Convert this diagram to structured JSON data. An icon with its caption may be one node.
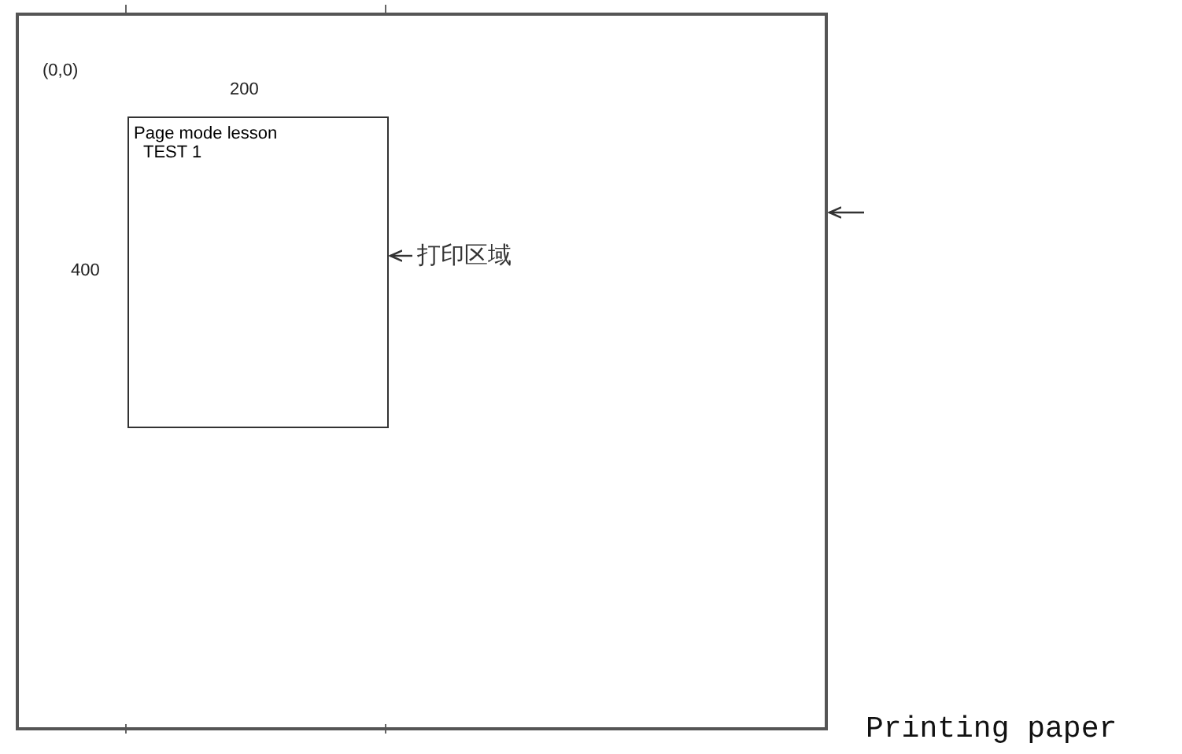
{
  "diagram": {
    "nodes": [
      {
        "text": [],
        "shape": "box",
        "beside": [
          "Printing paper"
        ]
      },
      {
        "text": [
          "Page mode lesson",
          "TEST 1"
        ],
        "in": 0
      },
      {
        "text": [
          "打印区域"
        ],
        "in": 0
      }
    ],
    "edges": [
      {
        "from": 2,
        "to": 1,
        "arrow": "to"
      },
      {
        "from": null,
        "to": 0,
        "arrow": "to"
      }
    ],
    "labels": [
      "(0,0)",
      "200",
      "400"
    ]
  }
}
